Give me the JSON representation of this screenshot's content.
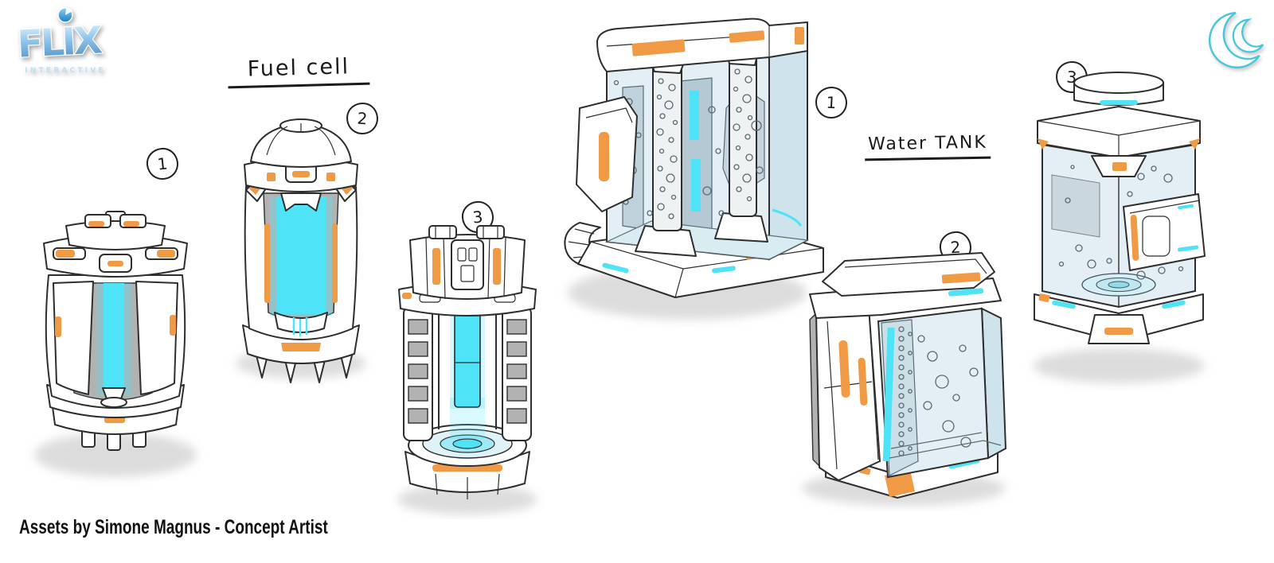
{
  "page": {
    "background": "#FFFFFF"
  },
  "logo": {
    "brand": "FLIX",
    "subtitle": "INTERACTIVE"
  },
  "icons": {
    "logo_mark": "blue-sphere-pacman-icon",
    "top_right": "double-crescent-moon-icon"
  },
  "sections": {
    "fuel_cell": {
      "title": "Fuel cell",
      "variants": [
        {
          "number": "1"
        },
        {
          "number": "2"
        },
        {
          "number": "3"
        }
      ]
    },
    "water_tank": {
      "title": "Water TANK",
      "variants": [
        {
          "number": "1"
        },
        {
          "number": "2"
        },
        {
          "number": "3"
        }
      ]
    }
  },
  "footer": {
    "credit": "Assets by Simone Magnus - Concept Artist"
  },
  "colors": {
    "line-dark": "#2E2E2E",
    "accent-orange": "#F09A45",
    "core-cyan": "#4FE3F7",
    "water-tint": "#E3EFF4",
    "water-tint-dark": "#CFE3EC",
    "panel-gray": "#B2B2B2",
    "shadow-gray": "#D4D4D4",
    "crescent-cyan": "#45C8DC",
    "logo-blue": "#7FBBE4"
  }
}
